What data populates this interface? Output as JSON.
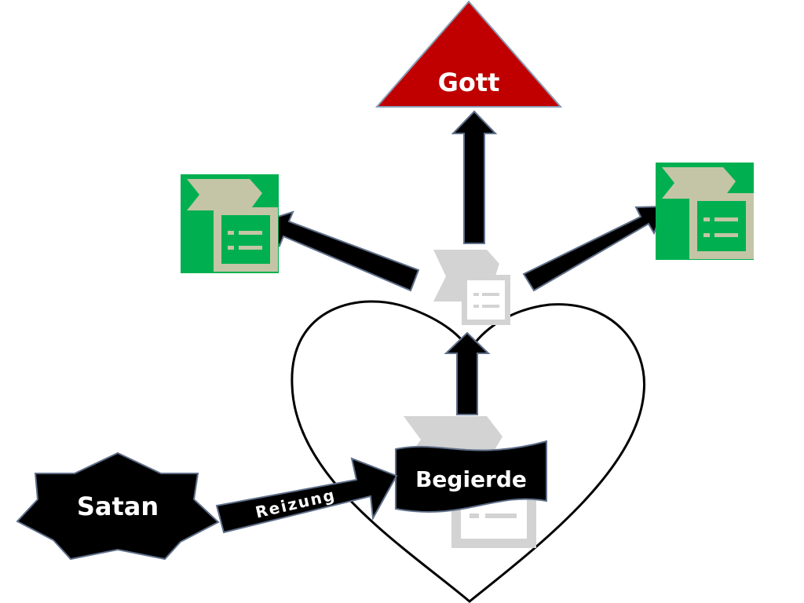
{
  "nodes": {
    "gott": {
      "label": "Gott",
      "color": "#c00000"
    },
    "satan": {
      "label": "Satan",
      "color": "#000000"
    },
    "begierde": {
      "label": "Begierde",
      "color": "#000000"
    }
  },
  "arrows": {
    "reizung": {
      "label": "Reizung"
    }
  },
  "icons": {
    "left": "document-list-icon",
    "right": "document-list-icon",
    "center": "document-list-icon",
    "lower": "document-list-icon"
  },
  "colors": {
    "icon_green": "#00b050",
    "icon_tan": "#c4c5a6",
    "icon_gray": "#d3d3d3",
    "heart_outline": "#000000",
    "text_light": "#ffffff"
  }
}
